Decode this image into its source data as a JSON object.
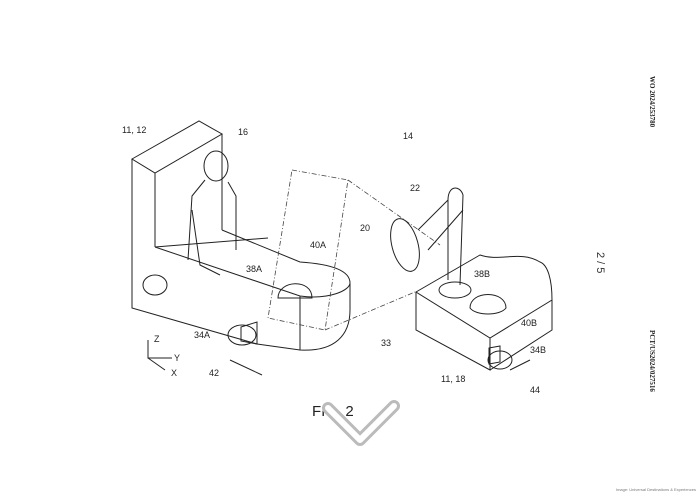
{
  "header": {
    "publication_number": "WO 2024/253780",
    "application_number": "PCT/US2024/027516",
    "sheet": "2 / 5"
  },
  "figure": {
    "caption": "FIG. 2",
    "labels": [
      "11, 12",
      "16",
      "14",
      "22",
      "20",
      "40A",
      "38A",
      "38B",
      "40B",
      "34A",
      "33",
      "34B",
      "Z",
      "Y",
      "X",
      "42",
      "11, 18",
      "44"
    ]
  },
  "credit": "Image: Universal Destinations & Experiences",
  "overlay": {
    "icon": "chevron-down-icon"
  }
}
